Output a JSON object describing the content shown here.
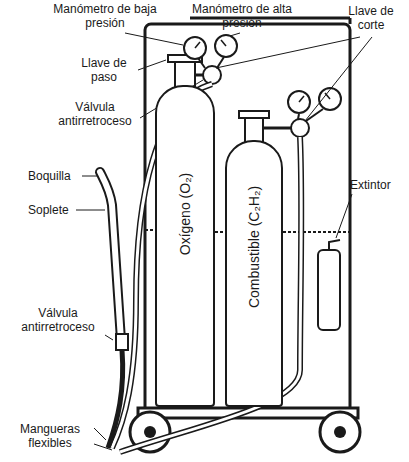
{
  "diagram": {
    "nodes": [
      {
        "text": [
          "Oxígeno (O₂)"
        ]
      },
      {
        "text": [
          "Combustible (C₂H₂)"
        ]
      }
    ],
    "labels": [
      "Manómetro de baja presión",
      "Manómetro de alta presión",
      "Llave de corte",
      "Llave de paso",
      "Válvula antirretroceso",
      "Boquilla",
      "Soplete",
      "Extintor",
      "Válvula antirretroceso",
      "Mangueras flexibles"
    ]
  }
}
